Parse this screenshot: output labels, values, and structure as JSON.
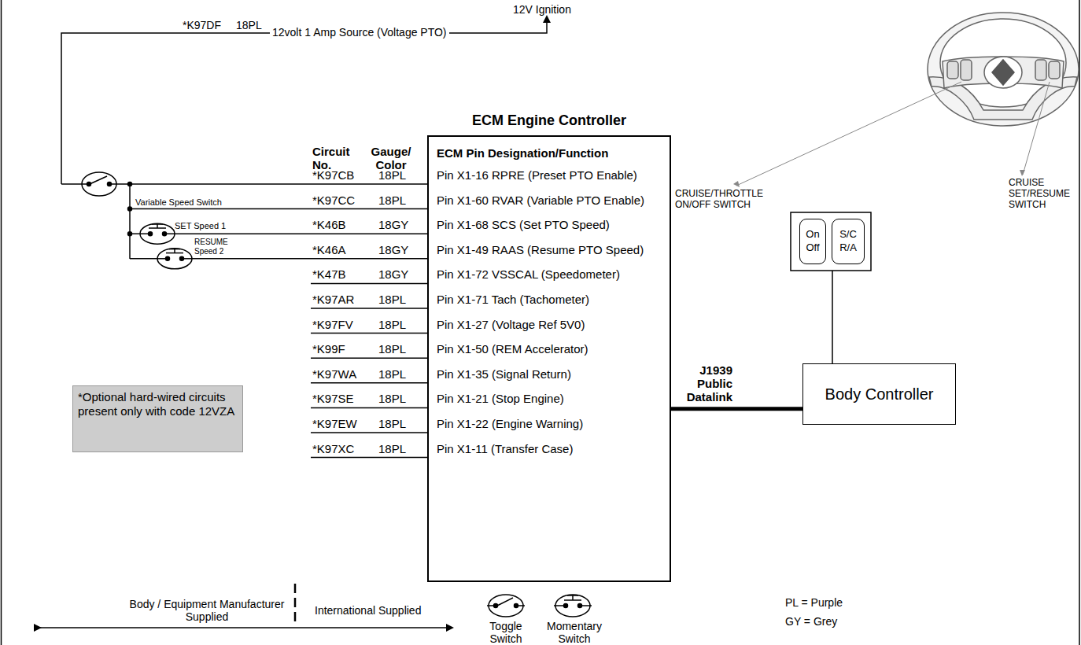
{
  "diagram": {
    "nodes": [
      {
        "text": [
          "ECM Engine Controller",
          "ECM Pin Designation/Function"
        ]
      },
      {
        "text": [
          "*Optional hard-wired circuits present only with code 12VZA"
        ]
      },
      {
        "text": [
          "On Off"
        ]
      },
      {
        "text": [
          "S/C R/A"
        ]
      },
      {
        "text": [
          "Body Controller"
        ]
      }
    ],
    "edges": [
      {
        "from": 4,
        "to": 0,
        "arrow": "none",
        "label": "J1939 Public Datalink"
      }
    ],
    "labels": [
      "12V Ignition",
      "*K97DF",
      "18PL",
      "12volt 1 Amp Source (Voltage PTO)",
      "Circuit No.",
      "Gauge/ Color",
      "*K97CB",
      "*K97CC",
      "*K46B",
      "*K46A",
      "*K47B",
      "*K97AR",
      "*K97FV",
      "*K99F",
      "*K97WA",
      "*K97SE",
      "*K97EW",
      "*K97XC",
      "18PL",
      "18PL",
      "18GY",
      "18GY",
      "18GY",
      "18PL",
      "18PL",
      "18PL",
      "18PL",
      "18PL",
      "18PL",
      "18PL",
      "Pin X1-16 RPRE (Preset PTO Enable)",
      "Pin X1-60 RVAR (Variable PTO Enable)",
      "Pin X1-68 SCS (Set PTO Speed)",
      "Pin X1-49 RAAS (Resume PTO Speed)",
      "Pin X1-72 VSSCAL (Speedometer)",
      "Pin X1-71 Tach (Tachometer)",
      "Pin X1-27 (Voltage Ref 5V0)",
      "Pin X1-50 (REM Accelerator)",
      "Pin X1-35 (Signal Return)",
      "Pin X1-21 (Stop Engine)",
      "Pin X1-22 (Engine Warning)",
      "Pin X1-11 (Transfer Case)",
      "Variable Speed Switch",
      "SET Speed 1",
      "RESUME Speed 2",
      "CRUISE/THROTTLE ON/OFF SWITCH",
      "CRUISE SET/RESUME SWITCH",
      "Body / Equipment Manufacturer Supplied",
      "International Supplied",
      "Toggle Switch",
      "Momentary Switch",
      "PL = Purple",
      "GY = Grey"
    ]
  }
}
